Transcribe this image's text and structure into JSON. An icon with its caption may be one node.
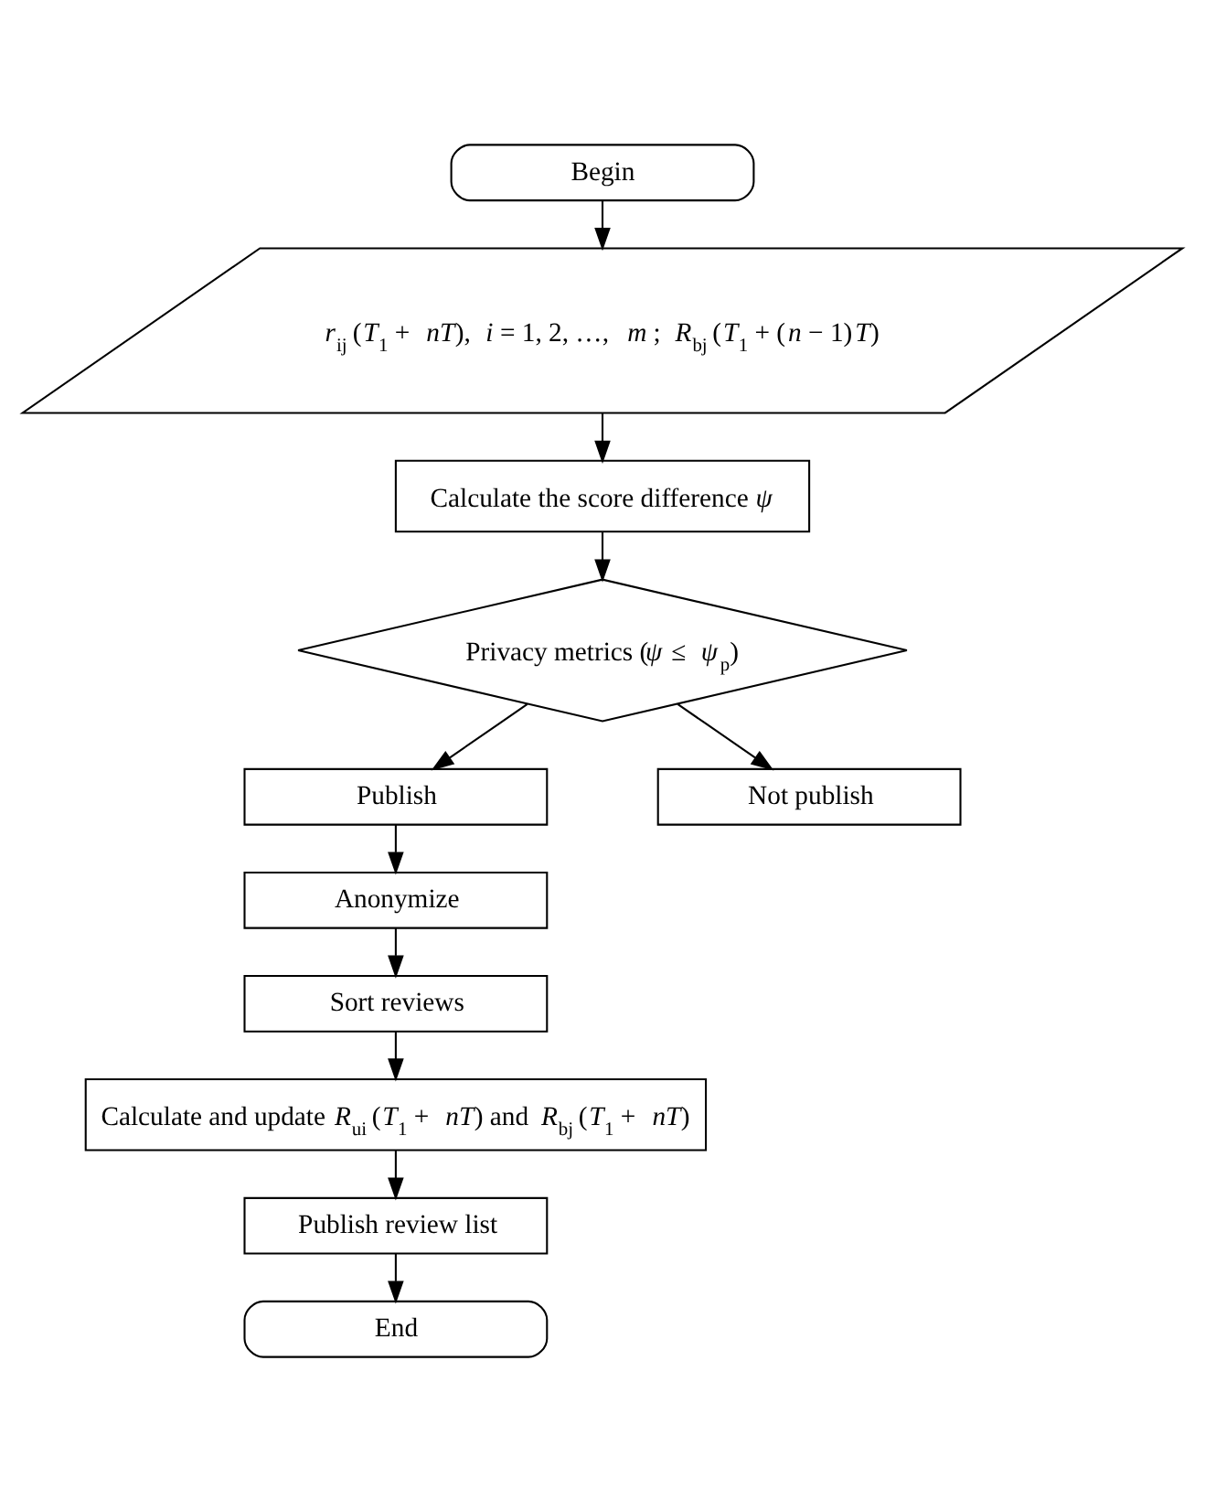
{
  "diagram": {
    "nodes": [
      {
        "text": [
          "Begin"
        ]
      },
      {
        "text": [
          "*r*$_{ij}$ (*T*$_{1}$ + *nT*), *i* = 1, 2, …, *m* ; *R*$_{bj}$ (*T*$_{1}$ + (*n* − 1)*T*)"
        ]
      },
      {
        "text": [
          "Calculate the score difference *ψ*"
        ]
      },
      {
        "text": [
          "Privacy metrics (*ψ* ≤ *ψ*$_{p}$)"
        ]
      },
      {
        "text": [
          "Publish"
        ]
      },
      {
        "text": [
          "Not publish"
        ]
      },
      {
        "text": [
          "Anonymize"
        ]
      },
      {
        "text": [
          "Sort reviews"
        ]
      },
      {
        "text": [
          "Calculate and update *R*$_{ui}$ (*T*$_{1}$ + *nT*) and *R*$_{bj}$ (*T*$_{1}$ + *nT*)"
        ]
      },
      {
        "text": [
          "Publish review list"
        ]
      },
      {
        "text": [
          "End"
        ]
      }
    ],
    "edges": [
      {
        "from": 0,
        "to": 1,
        "arrow": "to"
      },
      {
        "from": 1,
        "to": 2,
        "arrow": "to"
      },
      {
        "from": 2,
        "to": 3,
        "arrow": "to"
      },
      {
        "from": 3,
        "to": 4,
        "arrow": "to"
      },
      {
        "from": 3,
        "to": 5,
        "arrow": "to"
      },
      {
        "from": 4,
        "to": 6,
        "arrow": "to"
      },
      {
        "from": 6,
        "to": 7,
        "arrow": "to"
      },
      {
        "from": 7,
        "to": 8,
        "arrow": "to"
      },
      {
        "from": 8,
        "to": 9,
        "arrow": "to"
      },
      {
        "from": 9,
        "to": 10,
        "arrow": "to"
      }
    ]
  }
}
